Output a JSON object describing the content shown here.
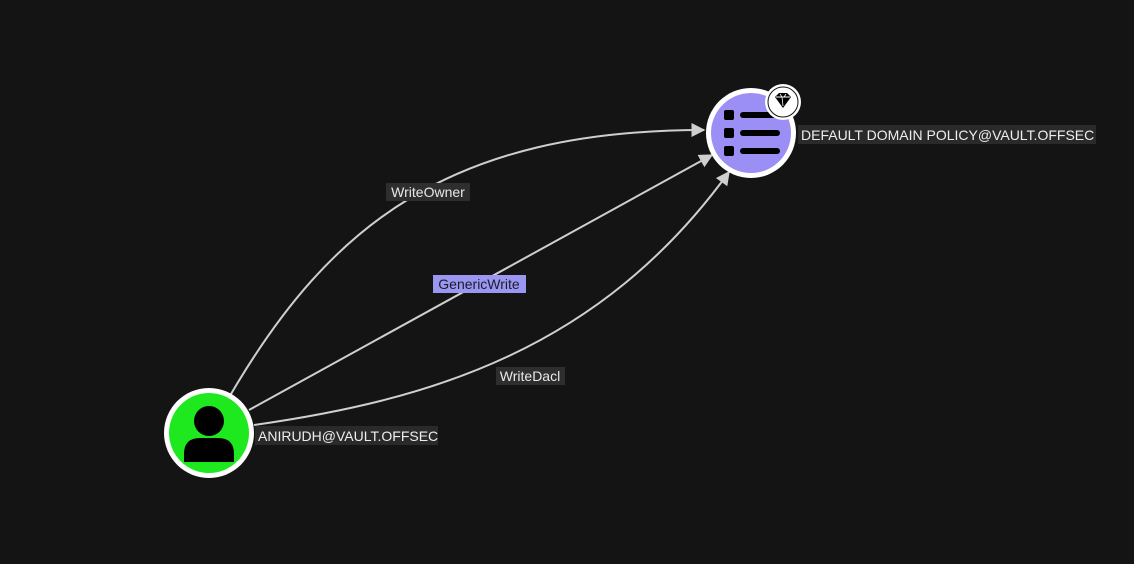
{
  "graph": {
    "nodes": [
      {
        "id": "user",
        "label": "ANIRUDH@VAULT.OFFSEC",
        "type": "User",
        "icon": "user-icon",
        "fill": "#1ee81e"
      },
      {
        "id": "gpo",
        "label": "DEFAULT DOMAIN POLICY@VAULT.OFFSEC",
        "type": "GPO",
        "icon": "list-icon",
        "fill": "#9b8ff5",
        "badge_icon": "gem-icon"
      }
    ],
    "edges": [
      {
        "from": "user",
        "to": "gpo",
        "label": "WriteOwner",
        "selected": false
      },
      {
        "from": "user",
        "to": "gpo",
        "label": "GenericWrite",
        "selected": true
      },
      {
        "from": "user",
        "to": "gpo",
        "label": "WriteDacl",
        "selected": false
      }
    ],
    "colors": {
      "background": "#141414",
      "edge": "#cfcfcf",
      "selected_label": "#9b96f2"
    }
  }
}
